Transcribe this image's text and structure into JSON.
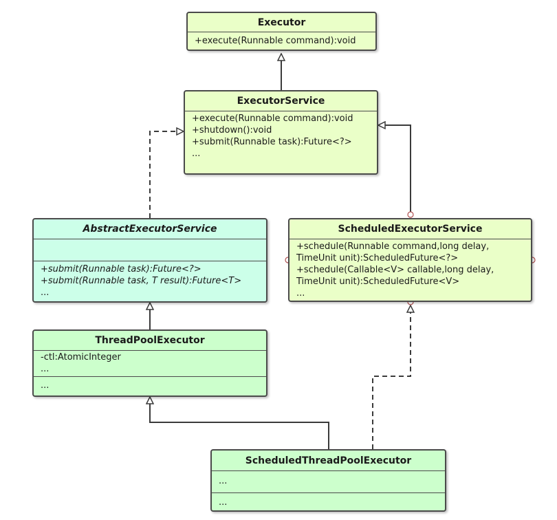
{
  "classes": {
    "executor": {
      "name": "Executor",
      "methods": [
        "+execute(Runnable command):void"
      ],
      "color": "#eaffc8"
    },
    "executor_service": {
      "name": "ExecutorService",
      "methods": [
        "+execute(Runnable command):void",
        "+shutdown():void",
        "+submit(Runnable task):Future<?>",
        "..."
      ],
      "color": "#eaffc8"
    },
    "abstract_executor_service": {
      "name": "AbstractExecutorService",
      "attributes": [],
      "methods": [
        "+submit(Runnable task):Future<?>",
        "+submit(Runnable task, T result):Future<T>",
        "..."
      ],
      "color": "#ccffe9"
    },
    "scheduled_executor_service": {
      "name": "ScheduledExecutorService",
      "methods": [
        "+schedule(Runnable command,long delay,",
        "TimeUnit unit):ScheduledFuture<?>",
        "+schedule(Callable<V> callable,long delay,",
        "TimeUnit unit):ScheduledFuture<V>",
        "..."
      ],
      "color": "#eaffc8"
    },
    "thread_pool_executor": {
      "name": "ThreadPoolExecutor",
      "attributes": [
        "-ctl:AtomicInteger",
        "..."
      ],
      "methods": [
        "..."
      ],
      "color": "#ccffcc"
    },
    "scheduled_thread_pool_executor": {
      "name": "ScheduledThreadPoolExecutor",
      "attributes": [
        "..."
      ],
      "methods": [
        "..."
      ],
      "color": "#ccffcc"
    }
  },
  "relations": [
    {
      "from": "ExecutorService",
      "to": "Executor",
      "type": "generalization"
    },
    {
      "from": "AbstractExecutorService",
      "to": "ExecutorService",
      "type": "realization"
    },
    {
      "from": "ScheduledExecutorService",
      "to": "ExecutorService",
      "type": "generalization"
    },
    {
      "from": "ThreadPoolExecutor",
      "to": "AbstractExecutorService",
      "type": "generalization"
    },
    {
      "from": "ScheduledThreadPoolExecutor",
      "to": "ThreadPoolExecutor",
      "type": "generalization"
    },
    {
      "from": "ScheduledThreadPoolExecutor",
      "to": "ScheduledExecutorService",
      "type": "realization"
    }
  ]
}
